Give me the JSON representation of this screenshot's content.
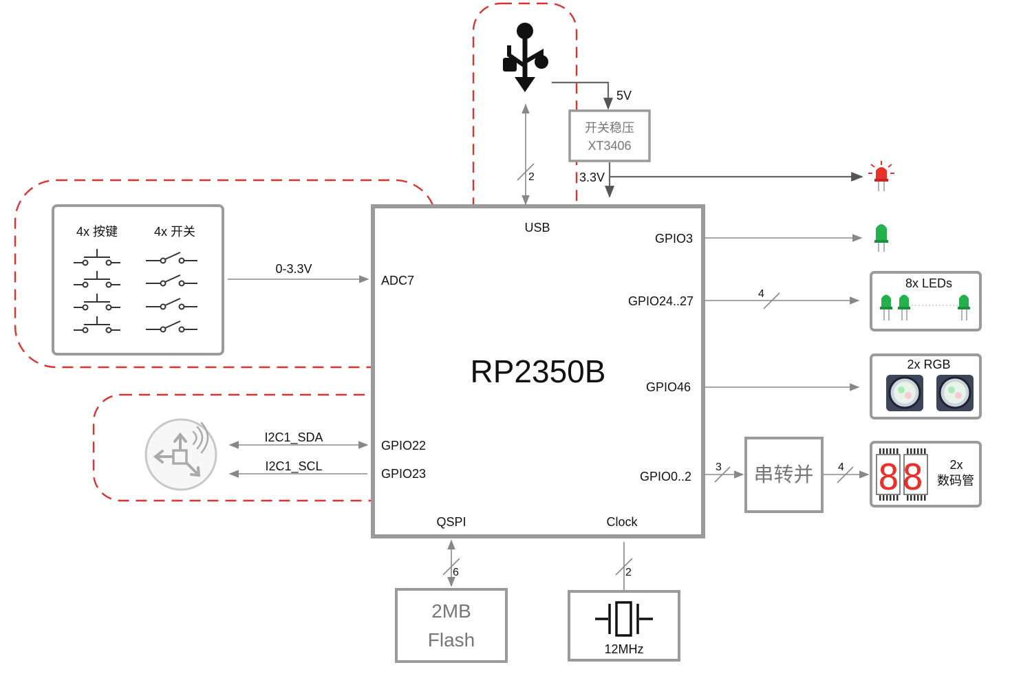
{
  "chip": {
    "name": "RP2350B",
    "pins": {
      "usb": "USB",
      "adc": "ADC7",
      "gpio3": "GPIO3",
      "gpio24_27": "GPIO24..27",
      "gpio46": "GPIO46",
      "gpio22": "GPIO22",
      "gpio23": "GPIO23",
      "gpio0_2": "GPIO0..2",
      "qspi": "QSPI",
      "clock": "Clock"
    }
  },
  "power": {
    "regulator_title": "开关稳压",
    "regulator_part": "XT3406",
    "in_voltage": "5V",
    "out_voltage": "3.3V"
  },
  "inputs": {
    "buttons_label": "4x 按键",
    "switches_label": "4x 开关",
    "adc_signal": "0-3.3V"
  },
  "i2c": {
    "sda": "I2C1_SDA",
    "scl": "I2C1_SCL"
  },
  "outputs": {
    "leds_label": "8x LEDs",
    "rgb_label": "2x RGB",
    "shift_register": "串转并",
    "seg_count": "2x",
    "seg_label": "数码管"
  },
  "bus_widths": {
    "usb": "2",
    "leds": "4",
    "shift_in": "3",
    "shift_out": "4",
    "qspi": "6",
    "clock": "2"
  },
  "memory": {
    "size": "2MB",
    "type": "Flash"
  },
  "crystal": {
    "frequency": "12MHz"
  },
  "seven_segment_digits": "88",
  "colors": {
    "highlight_dash": "#e03131",
    "box_border": "#9a9a9a",
    "led_green": "#22b14c",
    "led_red": "#e8312a",
    "segment_red": "#e8312a"
  },
  "icons": [
    "usb-icon",
    "motion-sensor-icon",
    "red-led-icon",
    "green-led-icon",
    "rgb-led-icon",
    "seven-segment-icon",
    "crystal-icon",
    "push-button-icon",
    "toggle-switch-icon"
  ]
}
